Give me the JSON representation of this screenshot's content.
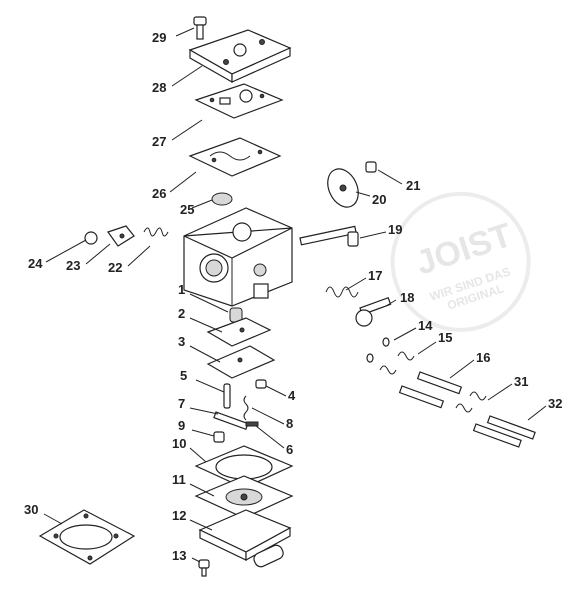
{
  "watermark": {
    "brand": "JOIST",
    "tagline_1": "WIR SIND DAS",
    "tagline_2": "ORIGINAL"
  },
  "callouts": [
    {
      "id": "1",
      "label": "1"
    },
    {
      "id": "2",
      "label": "2"
    },
    {
      "id": "3",
      "label": "3"
    },
    {
      "id": "4",
      "label": "4"
    },
    {
      "id": "5",
      "label": "5"
    },
    {
      "id": "6",
      "label": "6"
    },
    {
      "id": "7",
      "label": "7"
    },
    {
      "id": "8",
      "label": "8"
    },
    {
      "id": "9",
      "label": "9"
    },
    {
      "id": "10",
      "label": "10"
    },
    {
      "id": "11",
      "label": "11"
    },
    {
      "id": "12",
      "label": "12"
    },
    {
      "id": "13",
      "label": "13"
    },
    {
      "id": "14",
      "label": "14"
    },
    {
      "id": "15",
      "label": "15"
    },
    {
      "id": "16",
      "label": "16"
    },
    {
      "id": "17",
      "label": "17"
    },
    {
      "id": "18",
      "label": "18"
    },
    {
      "id": "19",
      "label": "19"
    },
    {
      "id": "20",
      "label": "20"
    },
    {
      "id": "21",
      "label": "21"
    },
    {
      "id": "22",
      "label": "22"
    },
    {
      "id": "23",
      "label": "23"
    },
    {
      "id": "24",
      "label": "24"
    },
    {
      "id": "25",
      "label": "25"
    },
    {
      "id": "26",
      "label": "26"
    },
    {
      "id": "27",
      "label": "27"
    },
    {
      "id": "28",
      "label": "28"
    },
    {
      "id": "29",
      "label": "29"
    },
    {
      "id": "30",
      "label": "30"
    },
    {
      "id": "31",
      "label": "31"
    },
    {
      "id": "32",
      "label": "32"
    }
  ]
}
